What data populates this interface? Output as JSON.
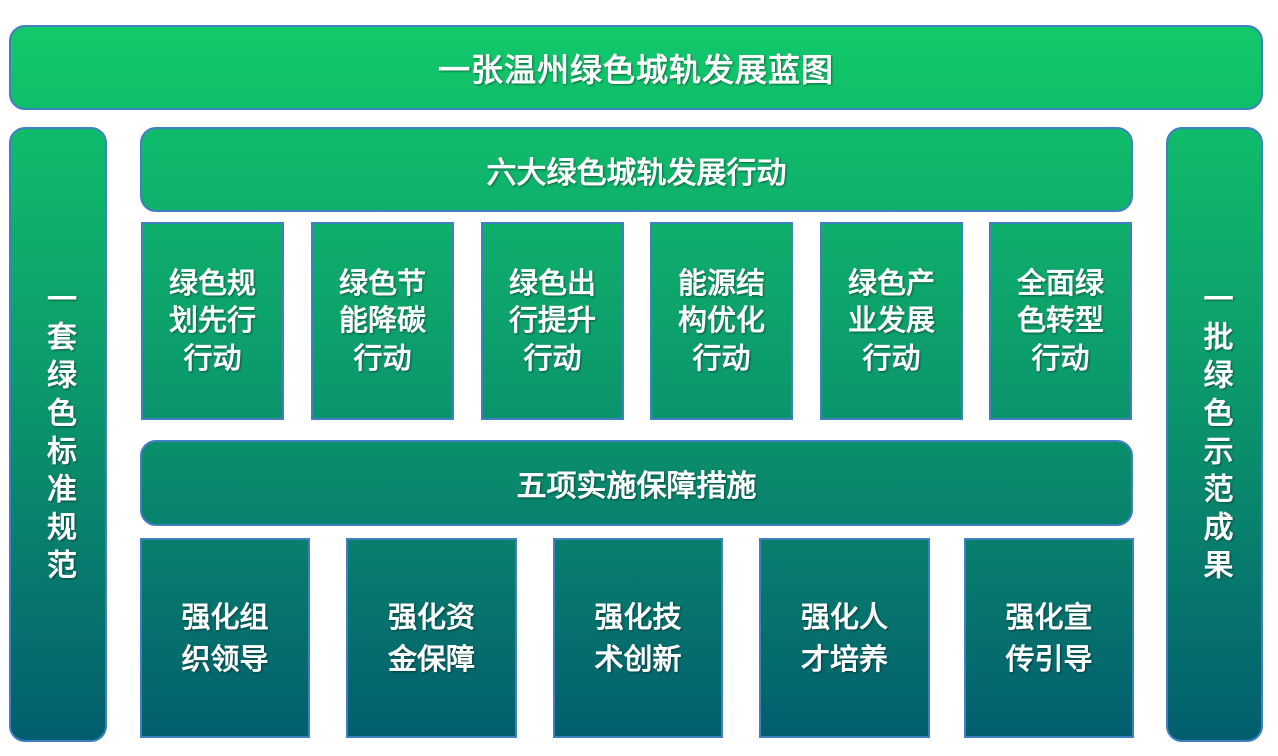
{
  "title": "一张温州绿色城轨发展蓝图",
  "left_column": "一套绿色标准规范",
  "right_column": "一批绿色示范成果",
  "actions": {
    "header": "六大绿色城轨发展行动",
    "items": [
      {
        "label": "绿色规划先行行动"
      },
      {
        "label": "绿色节能降碳行动"
      },
      {
        "label": "绿色出行提升行动"
      },
      {
        "label": "能源结构优化行动"
      },
      {
        "label": "绿色产业发展行动"
      },
      {
        "label": "全面绿色转型行动"
      }
    ]
  },
  "guarantees": {
    "header": "五项实施保障措施",
    "items": [
      {
        "label": "强化组织领导"
      },
      {
        "label": "强化资金保障"
      },
      {
        "label": "强化技术创新"
      },
      {
        "label": "强化人才培养"
      },
      {
        "label": "强化宣传引导"
      }
    ]
  },
  "colors": {
    "gradient_top": "#12cd6a",
    "gradient_mid": "#0c9a6c",
    "gradient_bottom": "#025b6e",
    "border": "#3f7fc4",
    "text": "#ffffff"
  }
}
